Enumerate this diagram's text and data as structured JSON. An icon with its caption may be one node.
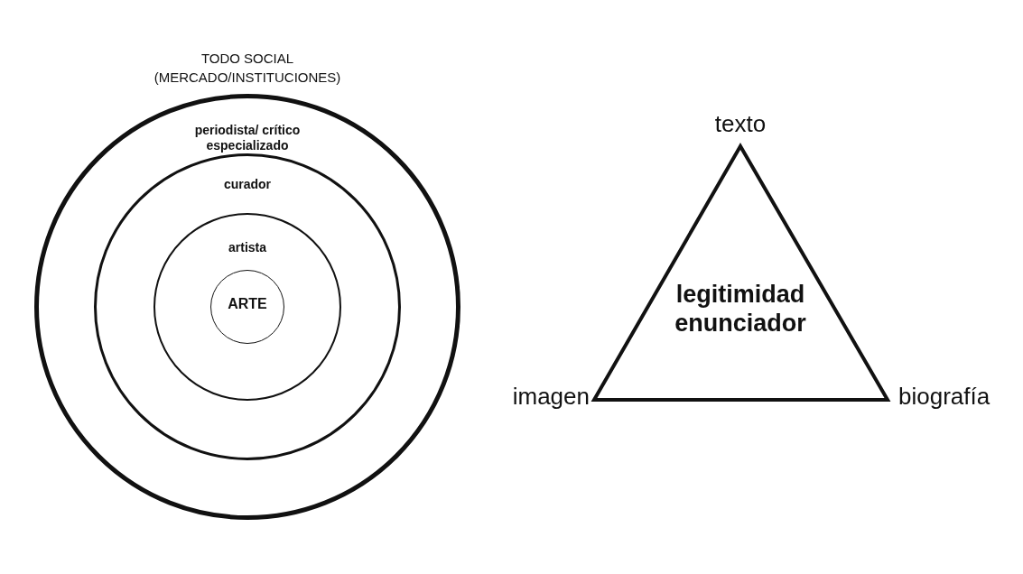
{
  "diagram": {
    "nodes": [
      {
        "text": [
          "TODO SOCIAL (MERCADO/INSTITUCIONES)",
          "periodista/ crítico especializado"
        ]
      },
      {
        "text": [
          "curador"
        ],
        "in": 0
      },
      {
        "text": [
          "artista"
        ],
        "in": 1
      },
      {
        "text": [
          "ARTE"
        ],
        "in": 2
      },
      {
        "text": [
          "legitimidad enunciador"
        ],
        "beside": [
          "texto",
          "imagen",
          "biografía"
        ]
      }
    ]
  }
}
